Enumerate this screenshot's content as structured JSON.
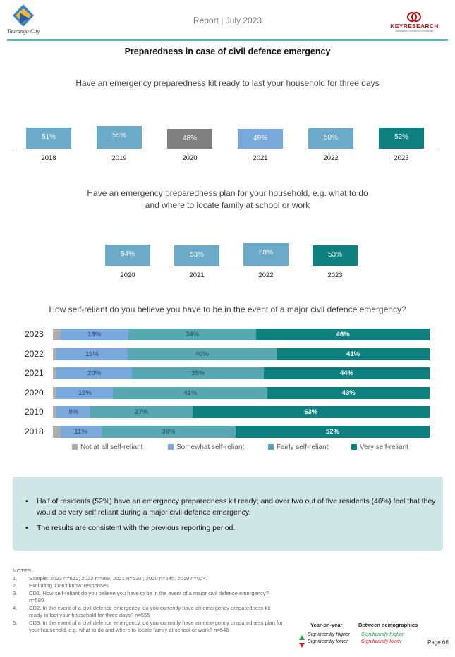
{
  "header": {
    "report_label": "Report | July 2023",
    "left_logo": "Tauranga City",
    "right_logo": "KEYRESEARCH",
    "right_logo_tag": "Intelligence Excellence Knowledge"
  },
  "page_heading": "Preparedness in case of civil defence emergency",
  "colors": {
    "teal_light": "#6baac9",
    "grey": "#808080",
    "blue": "#79a8dc",
    "teal": "#0e8080",
    "fairly": "#58a8b4",
    "notat": "#ababab",
    "header_rule": "#5bb5b5"
  },
  "chart_data": [
    {
      "type": "bar",
      "title": "Have an emergency preparedness kit ready to last your household for three days",
      "categories": [
        "2018",
        "2019",
        "2020",
        "2021",
        "2022",
        "2023"
      ],
      "values": [
        51,
        55,
        48,
        49,
        50,
        52
      ],
      "labels": [
        "51%",
        "55%",
        "48%",
        "49%",
        "50%",
        "52%"
      ]
    },
    {
      "type": "bar",
      "title_line1": "Have an emergency preparedness plan for your household, e.g. what to do",
      "title_line2": "and where to locate family at school or work",
      "categories": [
        "2020",
        "2021",
        "2022",
        "2023"
      ],
      "values": [
        54,
        53,
        58,
        53
      ],
      "labels": [
        "54%",
        "53%",
        "58%",
        "53%"
      ]
    },
    {
      "type": "bar",
      "orientation": "horizontal-stacked",
      "title": "How self-reliant do you believe you have to be in the event of a major civil defence emergency?",
      "categories": [
        "2023",
        "2022",
        "2021",
        "2020",
        "2019",
        "2018"
      ],
      "series": [
        {
          "name": "Not at all self-reliant",
          "values": [
            2,
            1,
            1,
            1,
            1,
            2
          ]
        },
        {
          "name": "Somewhat self-reliant",
          "values": [
            18,
            19,
            20,
            15,
            9,
            11
          ]
        },
        {
          "name": "Fairly self-reliant",
          "values": [
            34,
            40,
            35,
            41,
            27,
            36
          ]
        },
        {
          "name": "Very self-reliant",
          "values": [
            46,
            41,
            44,
            43,
            63,
            52
          ]
        }
      ],
      "labels": {
        "somewhat": [
          "18%",
          "19%",
          "20%",
          "15%",
          "9%",
          "11%"
        ],
        "fairly": [
          "34%",
          "40%",
          "35%",
          "41%",
          "27%",
          "36%"
        ],
        "very": [
          "46%",
          "41%",
          "44%",
          "43%",
          "63%",
          "52%"
        ]
      },
      "legend": [
        "Not at all self-reliant",
        "Somewhat self-reliant",
        "Fairly self-reliant",
        "Very self-reliant"
      ],
      "legend_position": "bottom"
    }
  ],
  "summary": {
    "bullet1": "Half of residents (52%) have an emergency preparedness kit ready; and over two out of five residents (46%) feel that they would be very self reliant during a major civil defence emergency.",
    "bullet2": "The results are consistent with the previous reporting period."
  },
  "notes": {
    "heading": "NOTES:",
    "items": [
      {
        "num": "1.",
        "text": "Sample: 2023 n=612; 2022 n=669; 2021 n=630 ; 2020 n=645; 2019 n=604."
      },
      {
        "num": "2.",
        "text": "Excluding ‘Don’t know’ responses"
      },
      {
        "num": "3.",
        "text": "CD1. How self-reliant do you believe you have to be in the event of a major civil defence emergency? n=580"
      },
      {
        "num": "4.",
        "text": "CD2. In the event of a civil defence emergency, do you currently have an emergency preparedness kit ready to last your household for three days? n=555"
      },
      {
        "num": "5.",
        "text": "CD3. In the event of a civil defence emergency, do you currently have an emergency preparedness plan for your household, e.g. what to do and where to locate family at school or work? n=546"
      }
    ]
  },
  "key": {
    "year_heading": "Year-on-year",
    "demo_heading": "Between demographics",
    "higher": "Significantly higher",
    "lower": "Significantly lower"
  },
  "page_number": "Page 66"
}
